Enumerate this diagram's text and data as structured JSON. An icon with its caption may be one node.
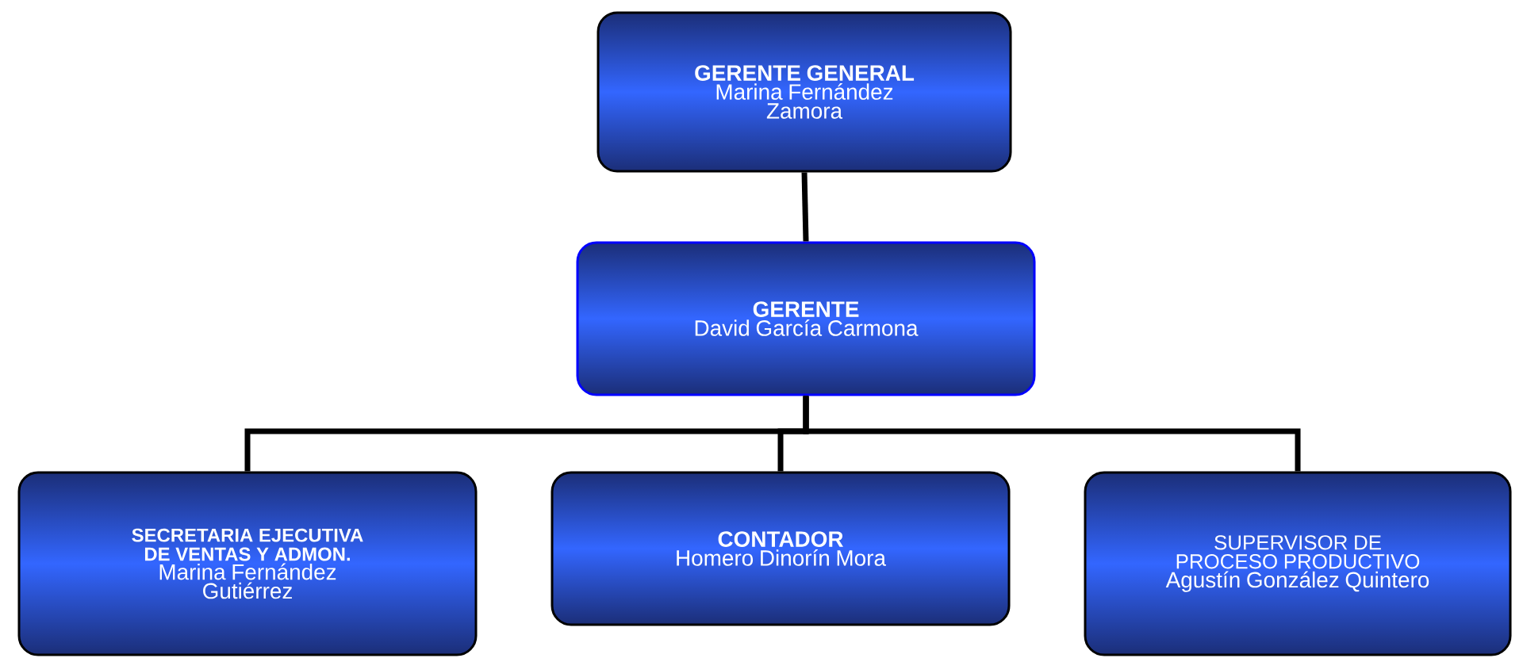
{
  "diagram": {
    "nodes": [
      {
        "text": [
          "GERENTE GENERAL",
          "Marina Fernández Zamora"
        ]
      },
      {
        "text": [
          "GERENTE",
          "David García Carmona"
        ]
      },
      {
        "text": [
          "SECRETARIA EJECUTIVA DE VENTAS Y ADMON.",
          "Marina Fernández Gutiérrez"
        ]
      },
      {
        "text": [
          "CONTADOR",
          "Homero Dinorín Mora"
        ]
      },
      {
        "text": [
          "SUPERVISOR DE PROCESO PRODUCTIVO",
          "Agustín González Quintero"
        ]
      }
    ],
    "edges": [
      {
        "from": 0,
        "to": 1,
        "arrow": "none"
      },
      {
        "from": 1,
        "to": 2,
        "arrow": "none"
      },
      {
        "from": 1,
        "to": 3,
        "arrow": "none"
      },
      {
        "from": 1,
        "to": 4,
        "arrow": "none"
      }
    ]
  }
}
